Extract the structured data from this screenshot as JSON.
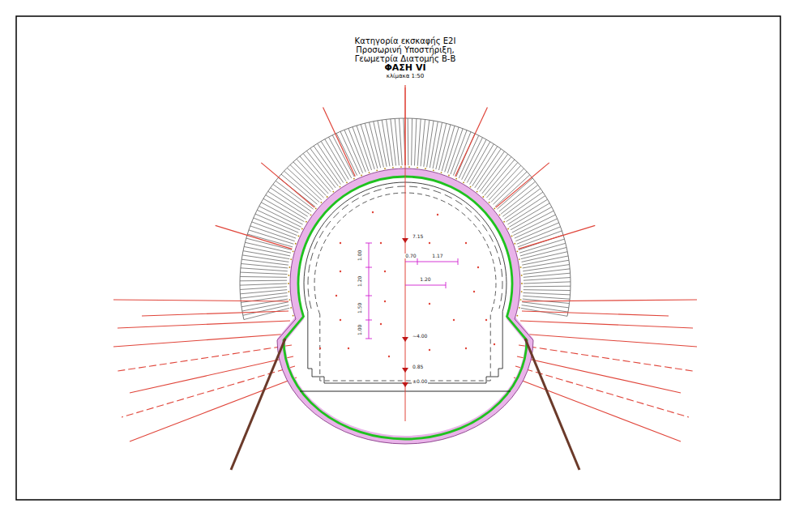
{
  "diagram": {
    "title": "Κατηγορία εκσκαφής E2I",
    "labels": [
      "Προσωρινή Υποστήριξη,",
      "Γεωμετρία Διατομής Β-Β",
      "ΦΑΣΗ VI",
      "κλίμακα 1:50",
      "7.15",
      "1.00",
      "1.20",
      "1.50",
      "1.00",
      "0.70",
      "1.17",
      "1.20",
      "~4.00",
      "0.85",
      "±0.00"
    ]
  }
}
